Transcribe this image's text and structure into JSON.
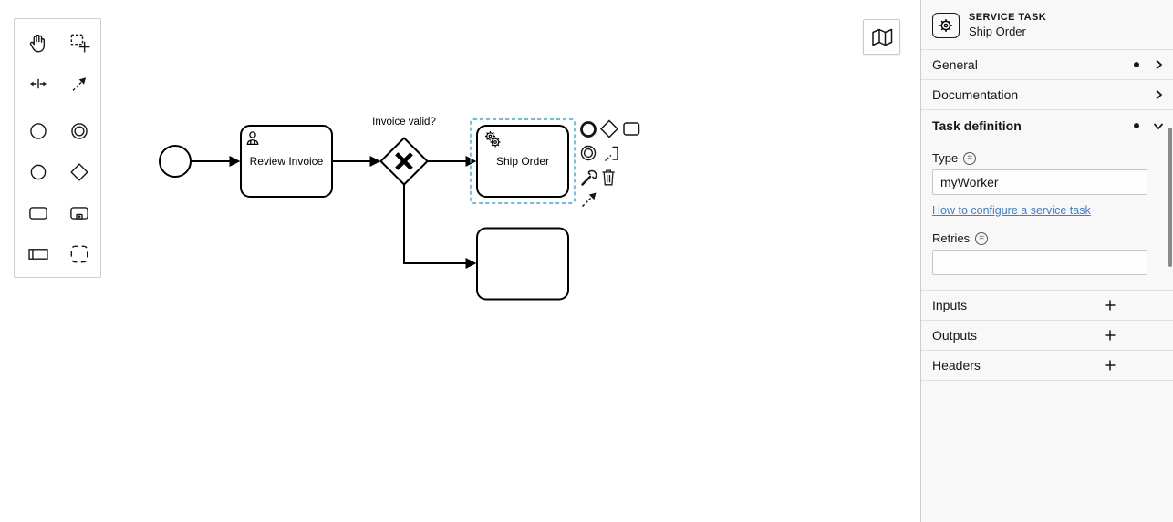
{
  "colors": {
    "selection": "#35a8e0",
    "link": "#3d7ce0",
    "ink": "#161616",
    "diagram_stroke": "#000000"
  },
  "icons": {
    "feel": "="
  },
  "canvas": {
    "palette": {
      "items": [
        "hand-tool-icon",
        "lasso-tool-icon",
        "space-tool-icon",
        "global-connect-tool-icon",
        "start-event-icon",
        "intermediate-event-icon",
        "end-event-icon",
        "gateway-icon",
        "task-icon",
        "subprocess-icon",
        "participant-icon",
        "group-icon"
      ]
    },
    "map_button": {
      "icon": "map-icon"
    },
    "diagram": {
      "nodes": [
        {
          "type": "start-event",
          "label": ""
        },
        {
          "type": "user-task",
          "label": "Review Invoice"
        },
        {
          "type": "exclusive-gateway",
          "label": "Invoice valid?"
        },
        {
          "type": "service-task",
          "label": "Ship Order",
          "selected": true
        },
        {
          "type": "task",
          "label": ""
        }
      ],
      "context_pad": {
        "items": [
          "append-end-event-icon",
          "append-gateway-icon",
          "append-task-icon",
          "append-intermediate-event-icon",
          "append-text-annotation-icon",
          "change-type-wrench-icon",
          "delete-trash-icon",
          "connect-arrow-icon"
        ]
      }
    }
  },
  "properties_panel": {
    "header": {
      "element_type": "SERVICE TASK",
      "element_name": "Ship Order",
      "icon": "service-task-icon"
    },
    "groups": [
      {
        "label": "General",
        "modified": true,
        "state": "collapsed"
      },
      {
        "label": "Documentation",
        "modified": false,
        "state": "collapsed"
      },
      {
        "label": "Task definition",
        "modified": true,
        "state": "open"
      }
    ],
    "task_definition": {
      "type_label": "Type",
      "type_value": "myWorker",
      "help_link": "How to configure a service task",
      "retries_label": "Retries",
      "retries_value": ""
    },
    "list_groups": [
      {
        "label": "Inputs"
      },
      {
        "label": "Outputs"
      },
      {
        "label": "Headers"
      }
    ]
  }
}
